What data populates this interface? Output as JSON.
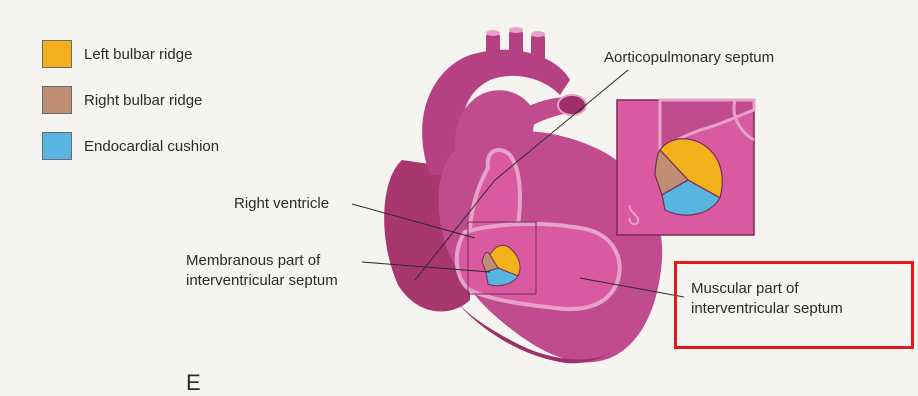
{
  "legend": [
    {
      "label": "Left bulbar ridge",
      "color": "#f3b21b"
    },
    {
      "label": "Right bulbar ridge",
      "color": "#c08e72"
    },
    {
      "label": "Endocardial cushion",
      "color": "#58b4e0"
    }
  ],
  "labels": {
    "aorticopulmonary": "Aorticopulmonary septum",
    "right_ventricle": "Right ventricle",
    "membranous_line1": "Membranous part of",
    "membranous_line2": "interventricular septum",
    "muscular_line1": "Muscular part of",
    "muscular_line2": "interventricular septum"
  },
  "figure_letter": "E",
  "colors": {
    "heart": "#c04c8e",
    "heart_dark": "#9c2f6c",
    "heart_light": "#e6a2c8",
    "chamber": "#d95aa0",
    "highlight": "#e3191b"
  }
}
